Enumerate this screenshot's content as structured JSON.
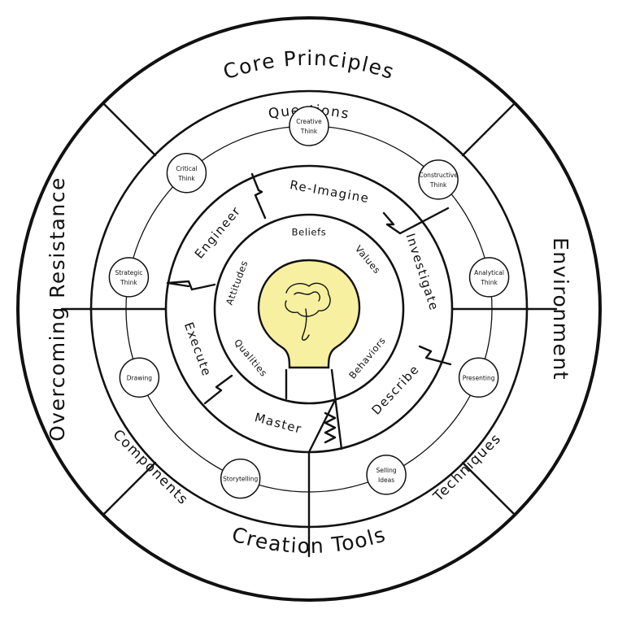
{
  "outer_ring": [
    {
      "label": "Core Principles",
      "mid": -90
    },
    {
      "label": "Environment",
      "mid": 0
    },
    {
      "label": "Creation Tools",
      "mid": 90
    },
    {
      "label": "Overcoming Resistance",
      "mid": 180
    }
  ],
  "middle_ring": [
    {
      "label": "Questions",
      "mid": -90
    },
    {
      "label": "Techniques",
      "mid": 45
    },
    {
      "label": "Components",
      "mid": 135
    }
  ],
  "thinking_bubbles": [
    {
      "line1": "Creative",
      "line2": "Think",
      "angle": -90
    },
    {
      "line1": "Constructive",
      "line2": "Think",
      "angle": -45
    },
    {
      "line1": "Analytical",
      "line2": "Think",
      "angle": -10
    },
    {
      "line1": "Presenting",
      "line2": "",
      "angle": 22
    },
    {
      "line1": "Selling",
      "line2": "Ideas",
      "angle": 65
    },
    {
      "line1": "Storytelling",
      "line2": "",
      "angle": 112
    },
    {
      "line1": "Drawing",
      "line2": "",
      "angle": 158
    },
    {
      "line1": "Strategic",
      "line2": "Think",
      "angle": 190
    },
    {
      "line1": "Critical",
      "line2": "Think",
      "angle": 228
    }
  ],
  "process_ring": [
    {
      "label": "Re-Imagine",
      "mid": -80
    },
    {
      "label": "Investigate",
      "mid": -18
    },
    {
      "label": "Describe",
      "mid": 43
    },
    {
      "label": "Master",
      "mid": 105
    },
    {
      "label": "Execute",
      "mid": 160
    },
    {
      "label": "Engineer",
      "mid": 220
    }
  ],
  "core_ring": [
    {
      "label": "Beliefs",
      "mid": -90
    },
    {
      "label": "Values",
      "mid": -40
    },
    {
      "label": "Behaviors",
      "mid": 40
    },
    {
      "label": "Qualities",
      "mid": 140
    },
    {
      "label": "Attitudes",
      "mid": 200
    }
  ]
}
